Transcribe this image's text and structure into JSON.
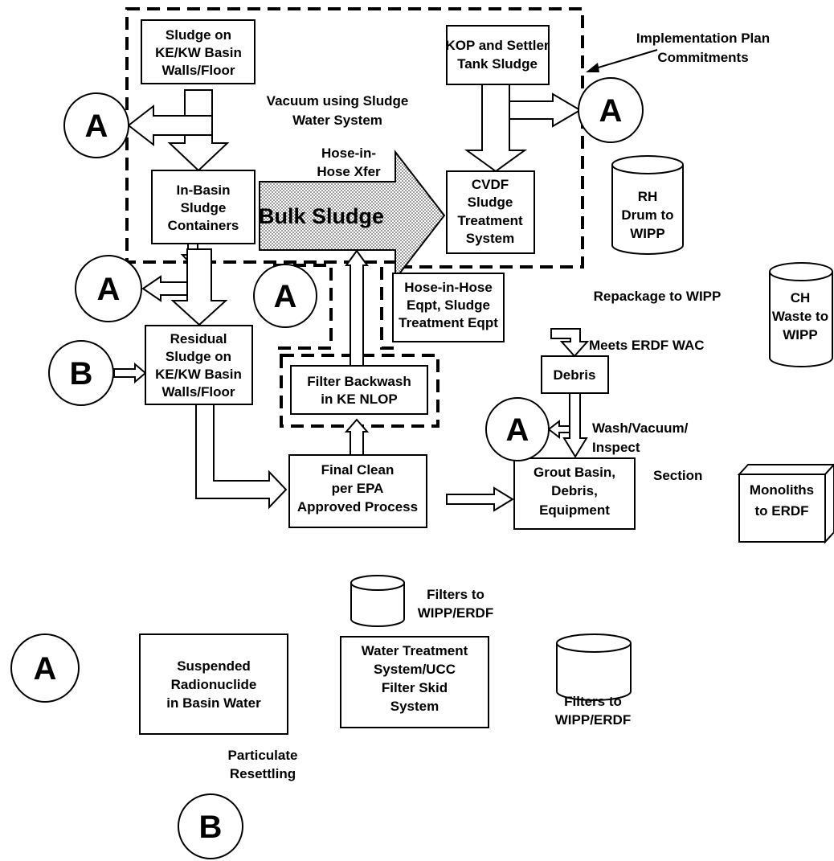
{
  "labels": {
    "box_sludge_walls": [
      "Sludge on",
      "KE/KW Basin",
      "Walls/Floor"
    ],
    "box_kop": [
      "KOP and Settler",
      "Tank Sludge"
    ],
    "impl_plan": [
      "Implementation Plan",
      "Commitments"
    ],
    "vacuum": [
      "Vacuum using Sludge",
      "Water System"
    ],
    "hose_xfer": [
      "Hose-in-",
      "Hose Xfer"
    ],
    "box_in_basin": [
      "In-Basin",
      "Sludge",
      "Containers"
    ],
    "bulk_sludge": "Bulk Sludge",
    "box_cvdf": [
      "CVDF",
      "Sludge",
      "Treatment",
      "System"
    ],
    "drum_rh": [
      "RH",
      "Drum to",
      "WIPP"
    ],
    "drum_ch": [
      "CH",
      "Waste to",
      "WIPP"
    ],
    "box_hose_eqpt": [
      "Hose-in-Hose",
      "Eqpt, Sludge",
      "Treatment Eqpt"
    ],
    "repackage": "Repackage to WIPP",
    "meets_erdf": "Meets ERDF WAC",
    "box_residual": [
      "Residual",
      "Sludge on",
      "KE/KW Basin",
      "Walls/Floor"
    ],
    "box_filter_backwash": [
      "Filter Backwash",
      "in KE NLOP"
    ],
    "box_debris": "Debris",
    "wash": [
      "Wash/Vacuum/",
      "Inspect"
    ],
    "section": "Section",
    "box_final_clean": [
      "Final Clean",
      "per EPA",
      "Approved Process"
    ],
    "box_grout": [
      "Grout Basin,",
      "Debris,",
      "Equipment"
    ],
    "monoliths": [
      "Monoliths",
      "to ERDF"
    ],
    "filters_top": [
      "Filters to",
      "WIPP/ERDF"
    ],
    "box_water_treatment": [
      "Water Treatment",
      "System/UCC",
      "Filter Skid",
      "System"
    ],
    "filters_right": [
      "Filters to",
      "WIPP/ERDF"
    ],
    "box_suspended": [
      "Suspended",
      "Radionuclide",
      "in Basin Water"
    ],
    "particulate": [
      "Particulate",
      "Resettling"
    ]
  },
  "circles": {
    "a1": "A",
    "a2": "A",
    "a3": "A",
    "a4": "A",
    "a5": "A",
    "a6": "A",
    "b1": "B",
    "b2": "B"
  }
}
